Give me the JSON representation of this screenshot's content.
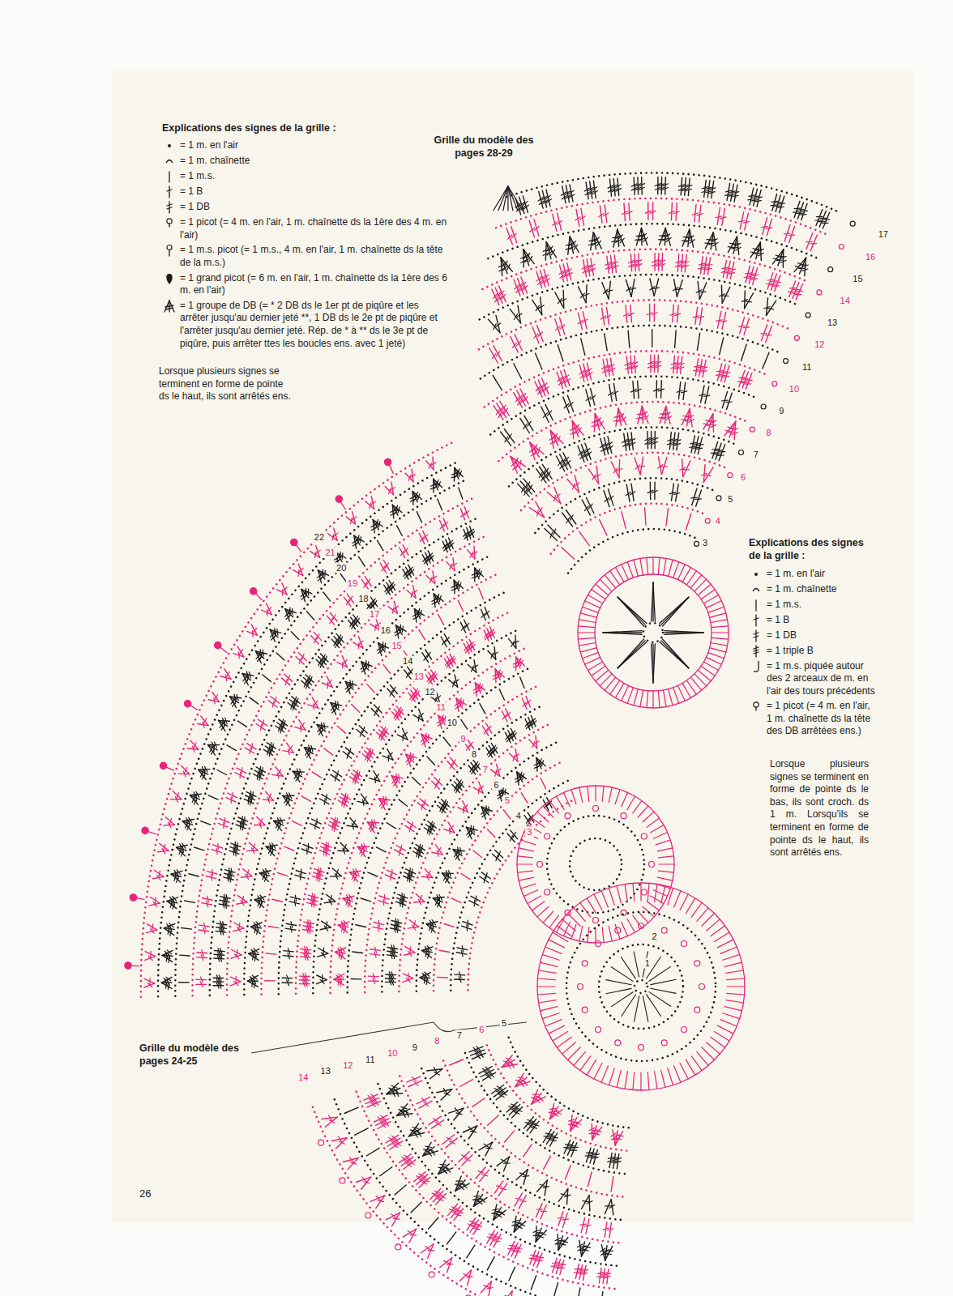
{
  "diagram": {
    "labels": [
      "Explications des signes de la grille :",
      "Grille du modèle des pages 28-29",
      "Lorsque plusieurs signes se terminent en forme de pointe ds le haut, ils sont arrêtés ens.",
      "Explications des signes de la grille :",
      "Lorsque plusieurs signes se terminent en forme de pointe ds le bas, ils sont croch. ds 1 m. Lorsqu'ils se terminent en forme de pointe ds le haut, ils sont arrêtés ens.",
      "Grille du modèle des pages 24-25",
      "26",
      "17",
      "16",
      "15",
      "14",
      "13",
      "12",
      "11",
      "10",
      "9",
      "8",
      "7",
      "6",
      "5",
      "4",
      "3",
      "22",
      "21",
      "20",
      "19",
      "18",
      "17",
      "16",
      "15",
      "14",
      "13",
      "12",
      "11",
      "10",
      "9",
      "8",
      "7",
      "6",
      "5",
      "4",
      "3",
      "2",
      "1",
      "5",
      "6",
      "7",
      "8",
      "9",
      "10",
      "11",
      "12",
      "13",
      "14"
    ],
    "legend": [
      {
        "text": "= 1 m. en l'air"
      },
      {
        "text": "= 1 m. chaînette"
      },
      {
        "text": "= 1 m.s."
      },
      {
        "text": "= 1 B"
      },
      {
        "text": "= 1 DB"
      },
      {
        "text": "= 1 picot (= 4 m. en l'air, 1 m. chaînette ds la 1ère des 4 m. en l'air)"
      },
      {
        "text": "= 1 m.s. picot (= 1 m.s., 4 m. en l'air, 1 m. chaînette ds la tête de la m.s.)"
      },
      {
        "text": "= 1 grand picot (= 6 m. en l'air, 1 m. chaînette ds la 1ère des 6 m. en l'air)"
      },
      {
        "text": "= 1 groupe de DB (= * 2 DB ds le 1er pt de piqûre et les arrêter jusqu'au dernier jeté **, 1 DB ds le 2e pt de piqûre et l'arrêter jusqu'au dernier jeté. Rép. de * à ** ds le 3e pt de piqûre, puis arrêter ttes les boucles ens. avec 1 jeté)"
      },
      {
        "text": "= 1 m. en l'air"
      },
      {
        "text": "= 1 m. chaînette"
      },
      {
        "text": "= 1 m.s."
      },
      {
        "text": "= 1 B"
      },
      {
        "text": "= 1 DB"
      },
      {
        "text": "= 1 triple B"
      },
      {
        "text": "= 1 m.s. piquée autour des 2 arceaux de m. en l'air des tours précédents"
      },
      {
        "text": "= 1 picot (= 4 m. en l'air, 1 m. chaînette ds la tête des DB arrêtées ens.)"
      }
    ]
  }
}
